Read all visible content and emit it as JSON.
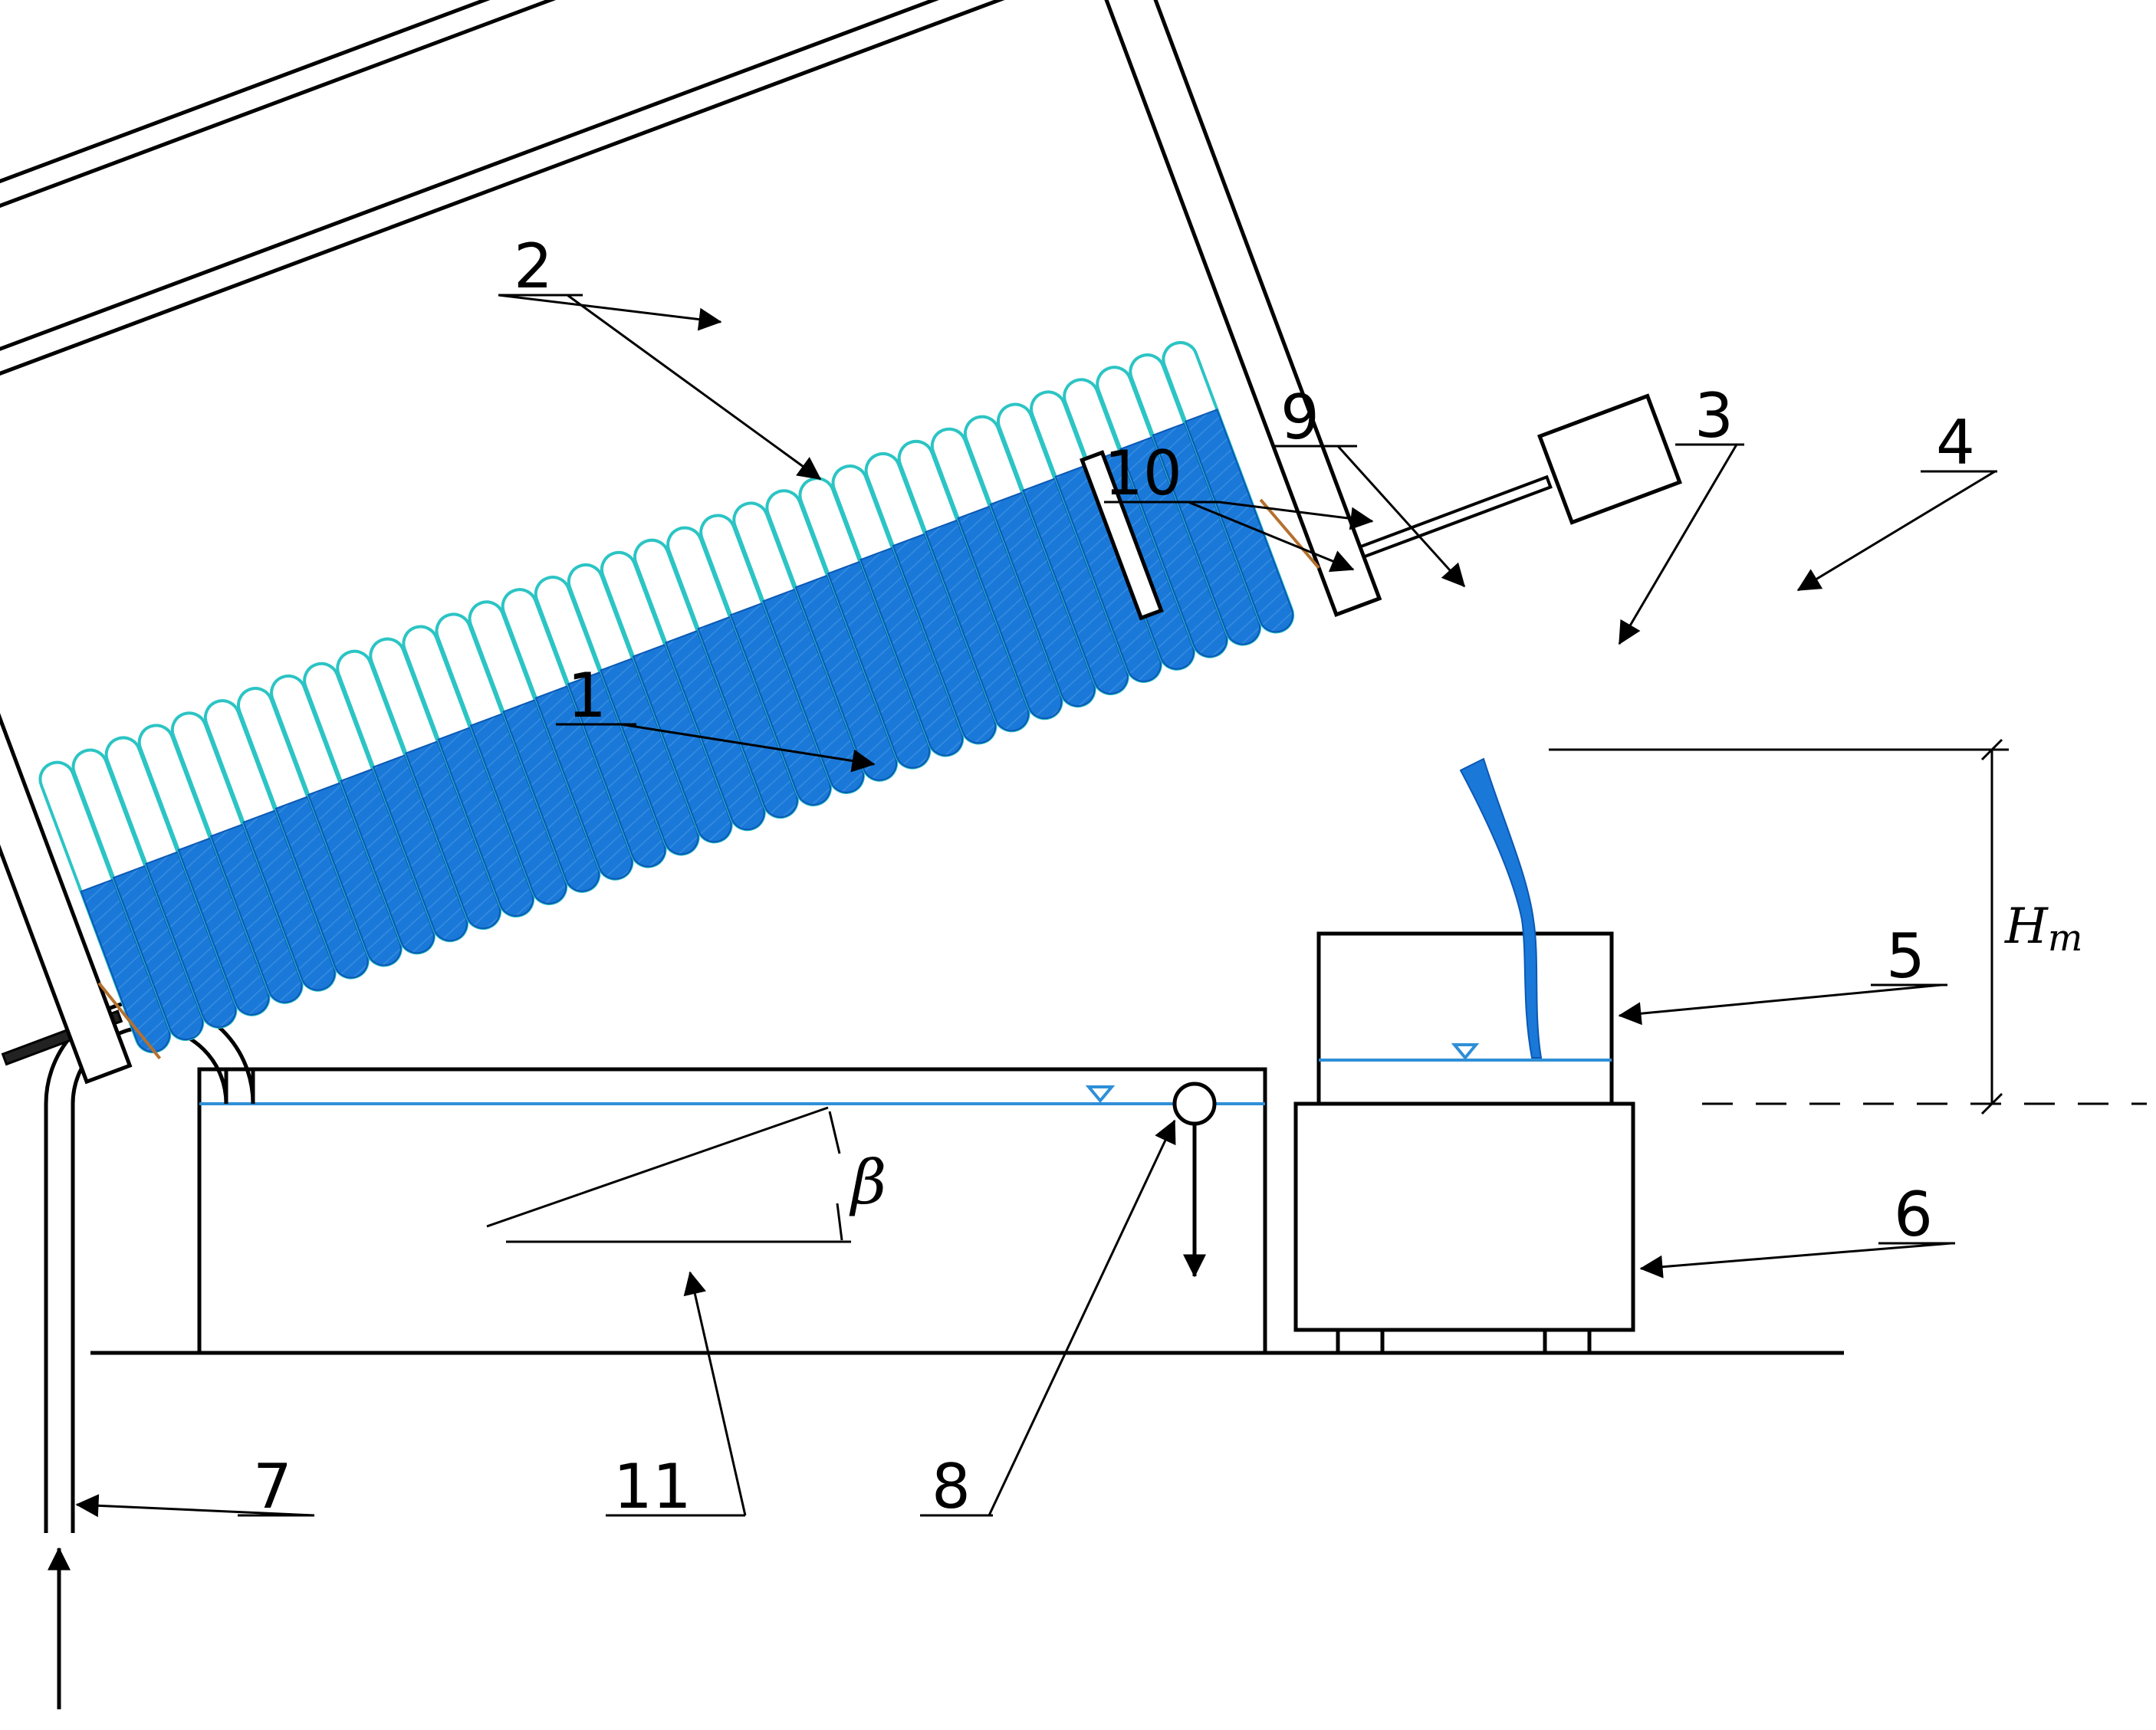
{
  "callouts": {
    "c1": "1",
    "c2": "2",
    "c3": "3",
    "c4": "4",
    "c5": "5",
    "c6": "6",
    "c7": "7",
    "c8": "8",
    "c9": "9",
    "c10": "10",
    "c11": "11"
  },
  "symbols": {
    "angle": "β",
    "height_main": "H",
    "height_sub": "m"
  },
  "colors": {
    "water": "#1a78d8",
    "water_dark": "#0b58b4",
    "level_line": "#2f8fd8",
    "tube_outline": "#2cc4c4",
    "end_cap": "#b5702e",
    "ink": "#000000"
  }
}
